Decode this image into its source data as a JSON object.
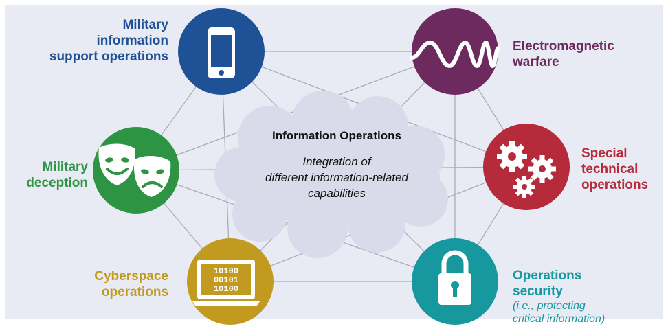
{
  "center": {
    "title": "Information Operations",
    "subtitle_lines": [
      "Integration of",
      "different information-related",
      "capabilities"
    ]
  },
  "capabilities": [
    {
      "id": "miso",
      "lines": [
        "Military",
        "information",
        "support operations"
      ],
      "color": "#1f5197",
      "icon": "smartphone-icon"
    },
    {
      "id": "ew",
      "lines": [
        "Electromagnetic",
        "warfare"
      ],
      "color": "#6d2a5e",
      "icon": "waveform-icon"
    },
    {
      "id": "mildec",
      "lines": [
        "Military",
        "deception"
      ],
      "color": "#2d9444",
      "icon": "theater-masks-icon"
    },
    {
      "id": "sto",
      "lines": [
        "Special",
        "technical",
        "operations"
      ],
      "color": "#b52b3b",
      "icon": "gears-icon"
    },
    {
      "id": "cyber",
      "lines": [
        "Cyberspace",
        "operations"
      ],
      "color": "#c19a1f",
      "icon": "laptop-binary-icon",
      "binary": [
        "10100",
        "00101",
        "10100"
      ]
    },
    {
      "id": "opsec",
      "lines": [
        "Operations",
        "security"
      ],
      "sub_lines": [
        "(i.e., protecting",
        "critical information)"
      ],
      "color": "#17979e",
      "icon": "padlock-icon"
    }
  ]
}
